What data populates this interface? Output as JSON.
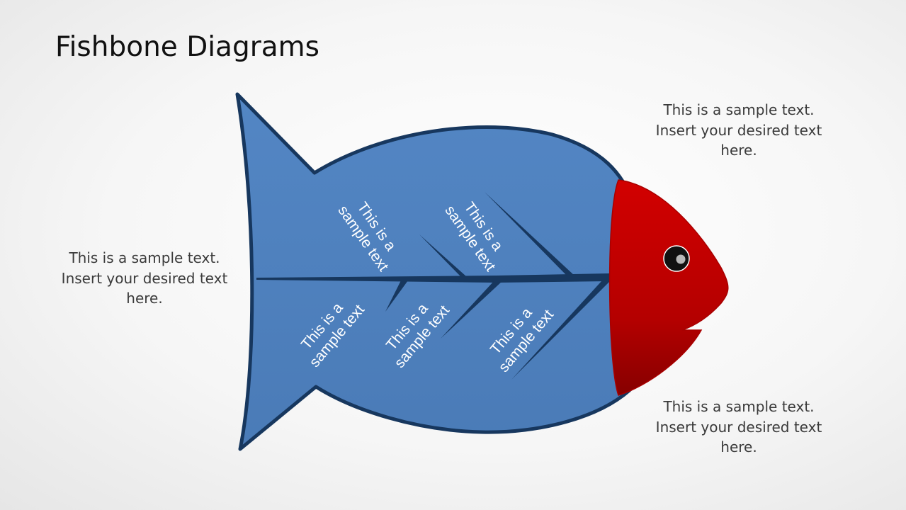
{
  "slide": {
    "title": "Fishbone Diagrams"
  },
  "side_texts": {
    "left": {
      "line1": "This is a sample text.",
      "line2": "Insert your desired text",
      "line3": "here."
    },
    "top_right": {
      "line1": "This is a sample text.",
      "line2": "Insert your desired text",
      "line3": "here."
    },
    "bottom_right": {
      "line1": "This is a sample text.",
      "line2": "Insert your desired text",
      "line3": "here."
    }
  },
  "bones": {
    "top_1": {
      "line1": "This is a",
      "line2": "sample text"
    },
    "top_2": {
      "line1": "This is a",
      "line2": "sample text"
    },
    "bottom_1": {
      "line1": "This is a",
      "line2": "sample text"
    },
    "bottom_2": {
      "line1": "This is a",
      "line2": "sample text"
    },
    "bottom_3": {
      "line1": "This is a",
      "line2": "sample text"
    }
  },
  "colors": {
    "body_fill": "#4f81bd",
    "body_outline": "#17375e",
    "head_fill": "#c00000",
    "head_shade": "#8b0000",
    "label_text": "#ffffff",
    "side_text": "#3a3a3a"
  }
}
